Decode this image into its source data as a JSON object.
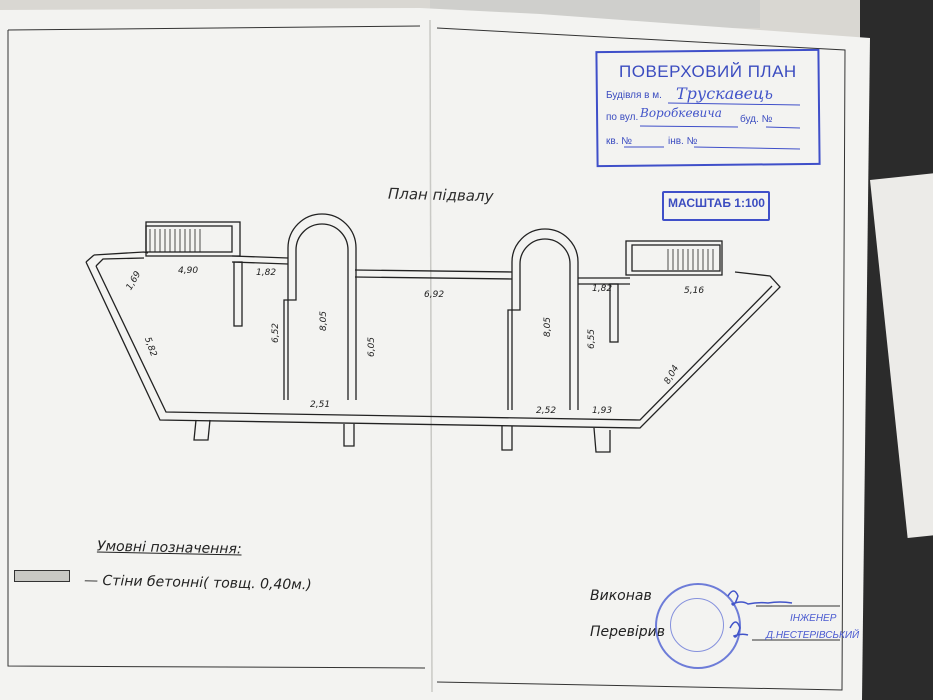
{
  "stamp": {
    "title": "ПОВЕРХОВИЙ ПЛАН",
    "building_label": "Будівля в м.",
    "city": "Трускавець",
    "street_label": "по вул.",
    "street": "Воробкевича",
    "house_label": "буд. №",
    "apt_label": "кв. №",
    "inv_label": "інв. №"
  },
  "scale": "МАСШТАБ 1:100",
  "plan_title": "План підвалу",
  "dimensions": {
    "d1": "1,69",
    "d2": "4,90",
    "d3": "1,82",
    "d4": "5,82",
    "d5": "6,52",
    "d6": "8,05",
    "d7": "6,05",
    "d8": "6,92",
    "d9": "2,51",
    "d10": "8,05",
    "d11": "6,55",
    "d12": "1,82",
    "d13": "5,16",
    "d14": "8,04",
    "d15": "2,52",
    "d16": "1,93"
  },
  "legend": {
    "title": "Умовні позначення:",
    "item": "— Стіни бетонні( товщ. 0,40м.)"
  },
  "signatures": {
    "done_label": "Виконав",
    "checked_label": "Перевірив",
    "role": "ІНЖЕНЕР",
    "name": "Д.НЕСТЕРІВСЬКИЙ"
  },
  "colors": {
    "stamp_blue": "#3f4fc9",
    "paper": "#f2f2f0",
    "ink": "#2b2b2b"
  }
}
